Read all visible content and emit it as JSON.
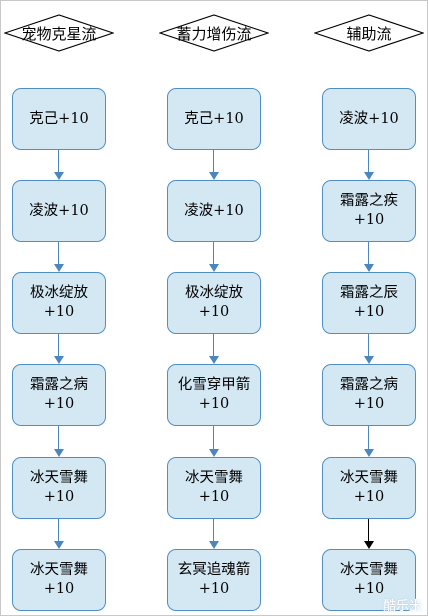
{
  "columns": [
    {
      "header": "宠物克星流",
      "nodes": [
        "克己+10",
        "凌波+10",
        "极冰绽放+10",
        "霜露之病+10",
        "冰天雪舞+10",
        "冰天雪舞+10"
      ]
    },
    {
      "header": "蓄力增伤流",
      "nodes": [
        "克己+10",
        "凌波+10",
        "极冰绽放+10",
        "化雪穿甲箭+10",
        "冰天雪舞+10",
        "玄冥追魂箭+10"
      ]
    },
    {
      "header": "辅助流",
      "nodes": [
        "凌波+10",
        "霜露之疾+10",
        "霜露之辰+10",
        "霜露之病+10",
        "冰天雪舞+10",
        "冰天雪舞+10"
      ]
    }
  ],
  "watermark": "酷乐米",
  "colors": {
    "node_fill": "#d4e8f4",
    "node_border": "#4f8fc4",
    "arrow": "#4a86c0",
    "last_arrow_third_column": "#000000"
  }
}
